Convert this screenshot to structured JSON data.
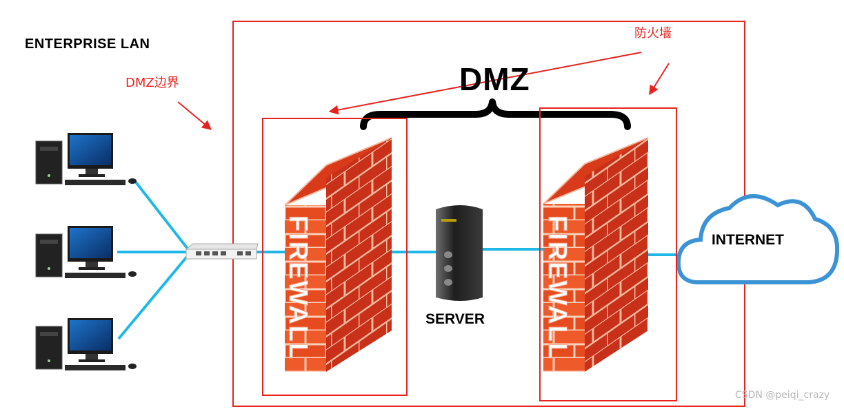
{
  "labels": {
    "enterprise_lan": "ENTERPRISE LAN",
    "dmz": "DMZ",
    "server": "SERVER",
    "internet": "INTERNET",
    "firewall_left": "FIREWALL",
    "firewall_right": "FIREWALL"
  },
  "annotations": {
    "dmz_boundary": "DMZ边界",
    "firewall_cn": "防火墙"
  },
  "watermark": "CSDN @peiqi_crazy",
  "colors": {
    "annotation_red": "#e8231f",
    "link_blue": "#1fb8e6",
    "cloud_blue": "#3b93d6",
    "brick_orange": "#e8491d",
    "brick_dark": "#b3200f"
  }
}
